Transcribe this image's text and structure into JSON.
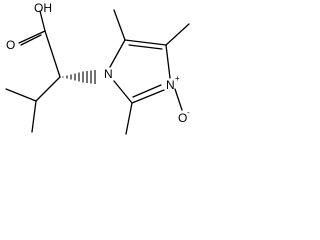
{
  "molecule": {
    "atoms": {
      "oh": "OH",
      "carbonyl_o": "O",
      "n1": "N",
      "n3": "N",
      "n3_charge": "+",
      "oxide_o": "O",
      "oxide_charge": "-"
    }
  },
  "colors": {
    "ink": "#000000",
    "background": "#ffffff"
  }
}
